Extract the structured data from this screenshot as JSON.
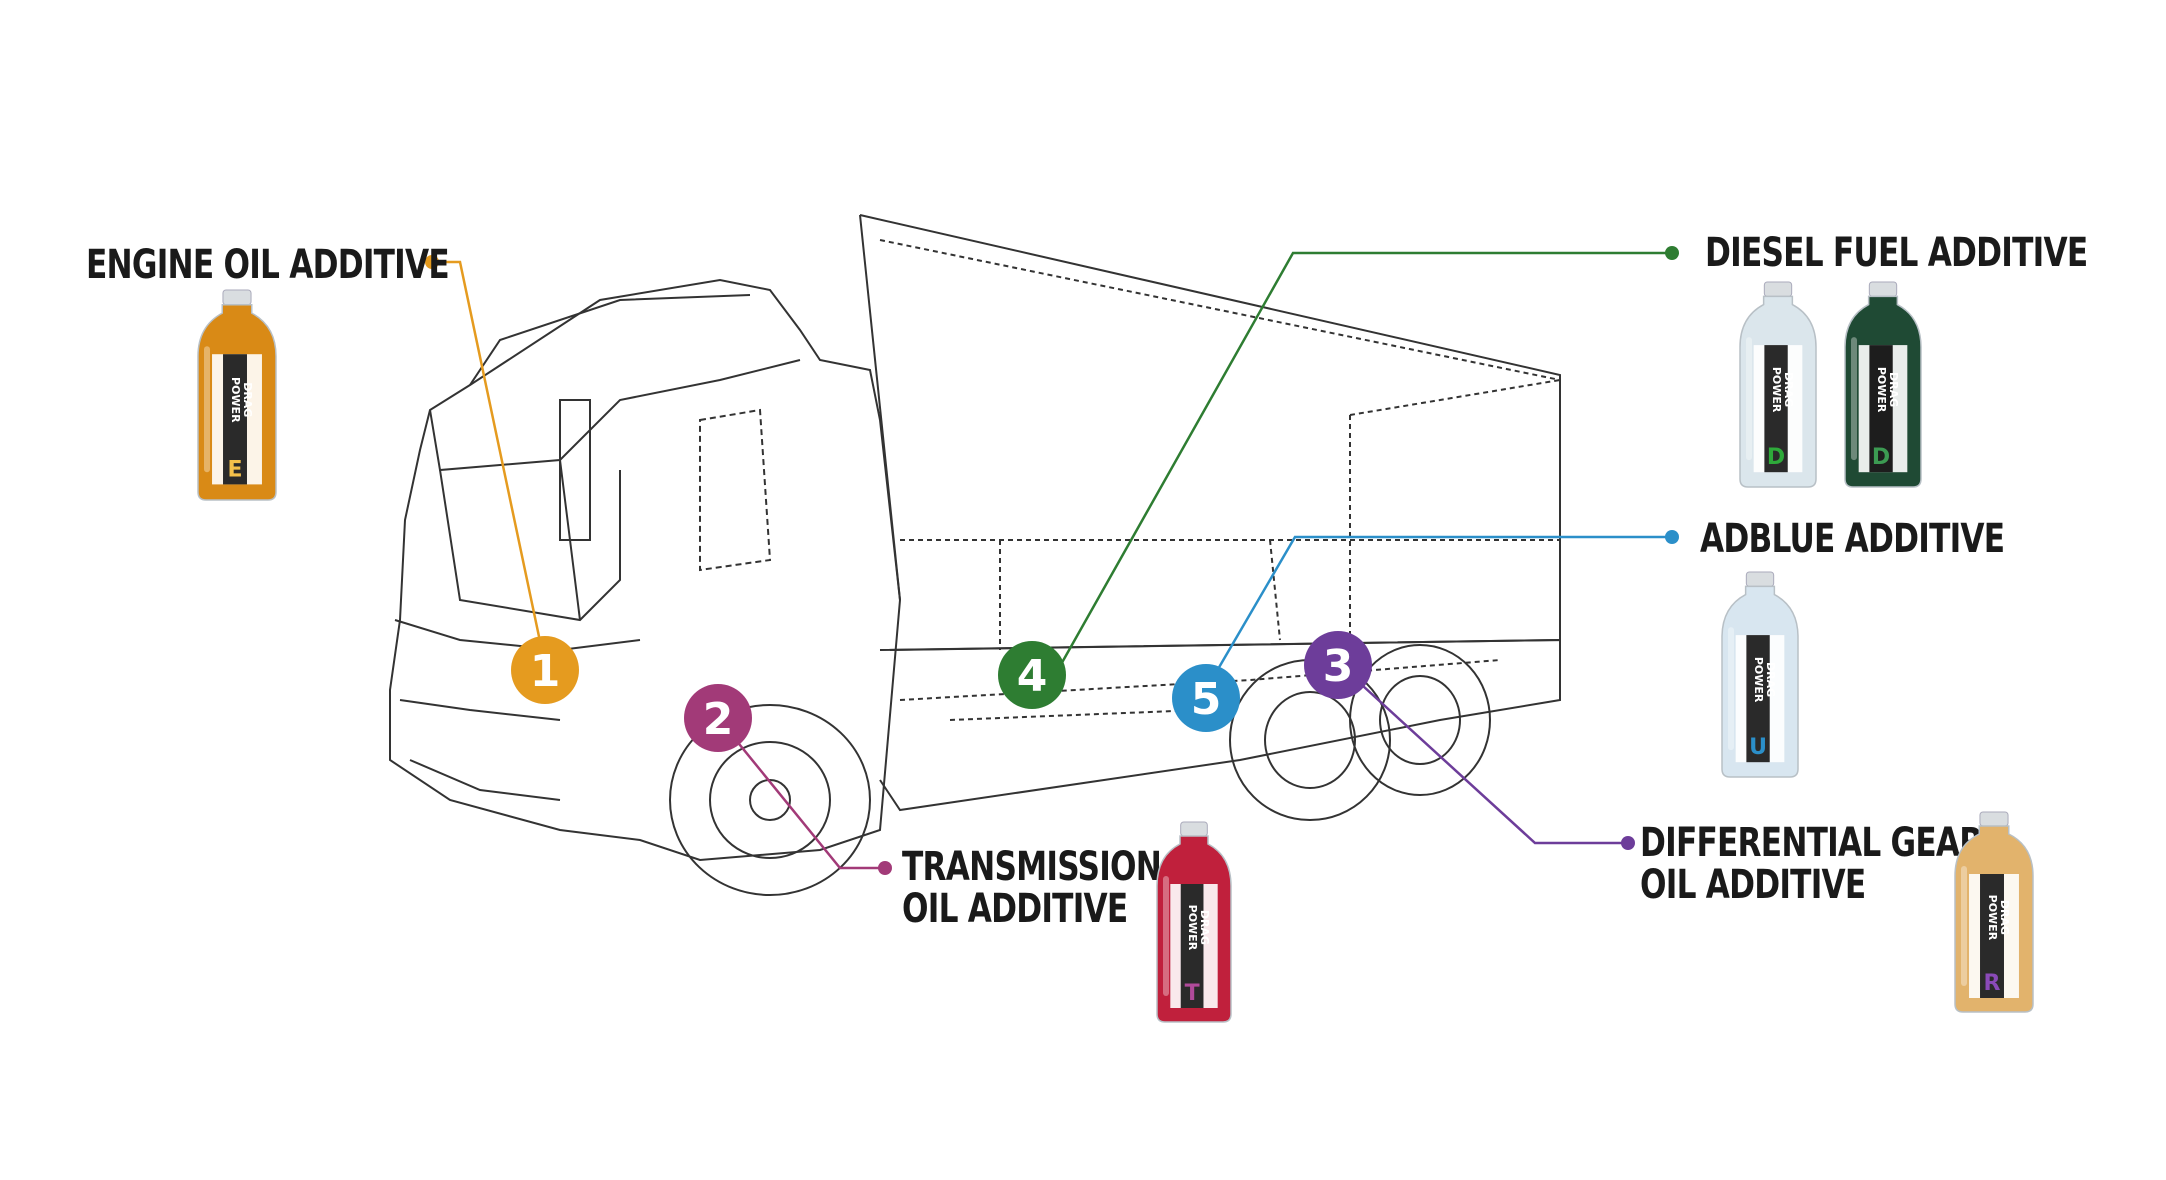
{
  "colors": {
    "engine": "#e59b1f",
    "transmission": "#a23a78",
    "differential": "#6d3d9a",
    "diesel": "#2e7d32",
    "adblue": "#2b8fc9",
    "label_text": "#1a1a1a",
    "truck_line": "#333333"
  },
  "callouts": [
    {
      "id": "engine",
      "number": "1",
      "lines": [
        "ENGINE OIL ADDITIVE"
      ],
      "color": "#e59b1f"
    },
    {
      "id": "transmission",
      "number": "2",
      "lines": [
        "TRANSMISSION",
        "OIL ADDITIVE"
      ],
      "color": "#a23a78"
    },
    {
      "id": "differential",
      "number": "3",
      "lines": [
        "DIFFERENTIAL GEAR",
        "OIL ADDITIVE"
      ],
      "color": "#6d3d9a"
    },
    {
      "id": "diesel",
      "number": "4",
      "lines": [
        "DIESEL FUEL ADDITIVE"
      ],
      "color": "#2e7d32"
    },
    {
      "id": "adblue",
      "number": "5",
      "lines": [
        "ADBLUE ADDITIVE"
      ],
      "color": "#2b8fc9"
    }
  ],
  "bottles": [
    {
      "id": "engine",
      "letter": "E",
      "brand": [
        "POWER",
        "DRAG"
      ],
      "liquid": "#d98a16",
      "label": "#2a2a2a",
      "letter_color": "#f4c04a"
    },
    {
      "id": "transmission",
      "letter": "T",
      "brand": [
        "POWER",
        "DRAG"
      ],
      "liquid": "#c0203c",
      "label": "#2a2a2a",
      "letter_color": "#b04a9a"
    },
    {
      "id": "diesel-1",
      "letter": "D",
      "brand": [
        "POWER",
        "DRAG"
      ],
      "liquid": "#dbe6ec",
      "label": "#2a2a2a",
      "letter_color": "#2eaa3a"
    },
    {
      "id": "diesel-2",
      "letter": "D",
      "brand": [
        "POWER",
        "DRAG"
      ],
      "liquid": "#1f4a34",
      "label": "#1d1d1d",
      "letter_color": "#3c9a52"
    },
    {
      "id": "adblue",
      "letter": "U",
      "brand": [
        "POWER",
        "DRAG"
      ],
      "liquid": "#d8e6f0",
      "label": "#2a2a2a",
      "letter_color": "#2b8fc9"
    },
    {
      "id": "differential",
      "letter": "R",
      "brand": [
        "POWER",
        "DRAG"
      ],
      "liquid": "#e2b36c",
      "label": "#2a2a2a",
      "letter_color": "#8a4ab8"
    }
  ]
}
